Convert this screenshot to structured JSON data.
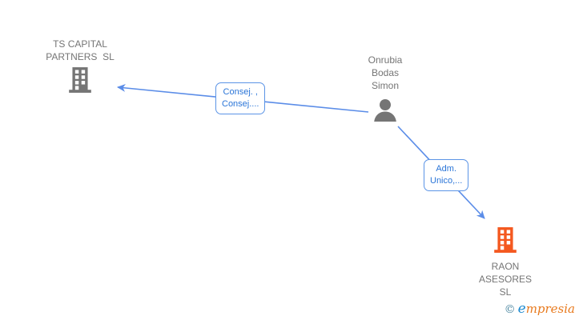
{
  "colors": {
    "node_gray": "#757575",
    "company_orange": "#f4581f",
    "edge_blue": "#5b8de8",
    "label_border": "#5b94e6",
    "label_text": "#2a75d8",
    "bg": "#ffffff",
    "brand_copyright": "#4a86a0",
    "brand_e": "#1e8bd0",
    "brand_rest": "#e87a1e"
  },
  "nodes": {
    "ts_capital": {
      "type": "company",
      "name": "TS CAPITAL PARTNERS SL",
      "line1": "TS CAPITAL",
      "line2": "PARTNERS  SL"
    },
    "onrubia": {
      "type": "person",
      "name": "Onrubia Bodas Simon",
      "line1": "Onrubia",
      "line2": "Bodas",
      "line3": "Simon"
    },
    "raon": {
      "type": "company",
      "name": "RAON ASESORES SL",
      "line1": "RAON",
      "line2": "ASESORES",
      "line3": "SL"
    }
  },
  "edges": {
    "onrubia_to_ts": {
      "from": "Onrubia Bodas Simon",
      "to": "TS CAPITAL PARTNERS SL",
      "label_line1": "Consej. ,",
      "label_line2": "Consej...."
    },
    "onrubia_to_raon": {
      "from": "Onrubia Bodas Simon",
      "to": "RAON ASESORES SL",
      "label_line1": "Adm.",
      "label_line2": "Unico,..."
    }
  },
  "footer": {
    "copyright": "©",
    "brand_first_letter": "e",
    "brand_rest": "mpresia"
  }
}
